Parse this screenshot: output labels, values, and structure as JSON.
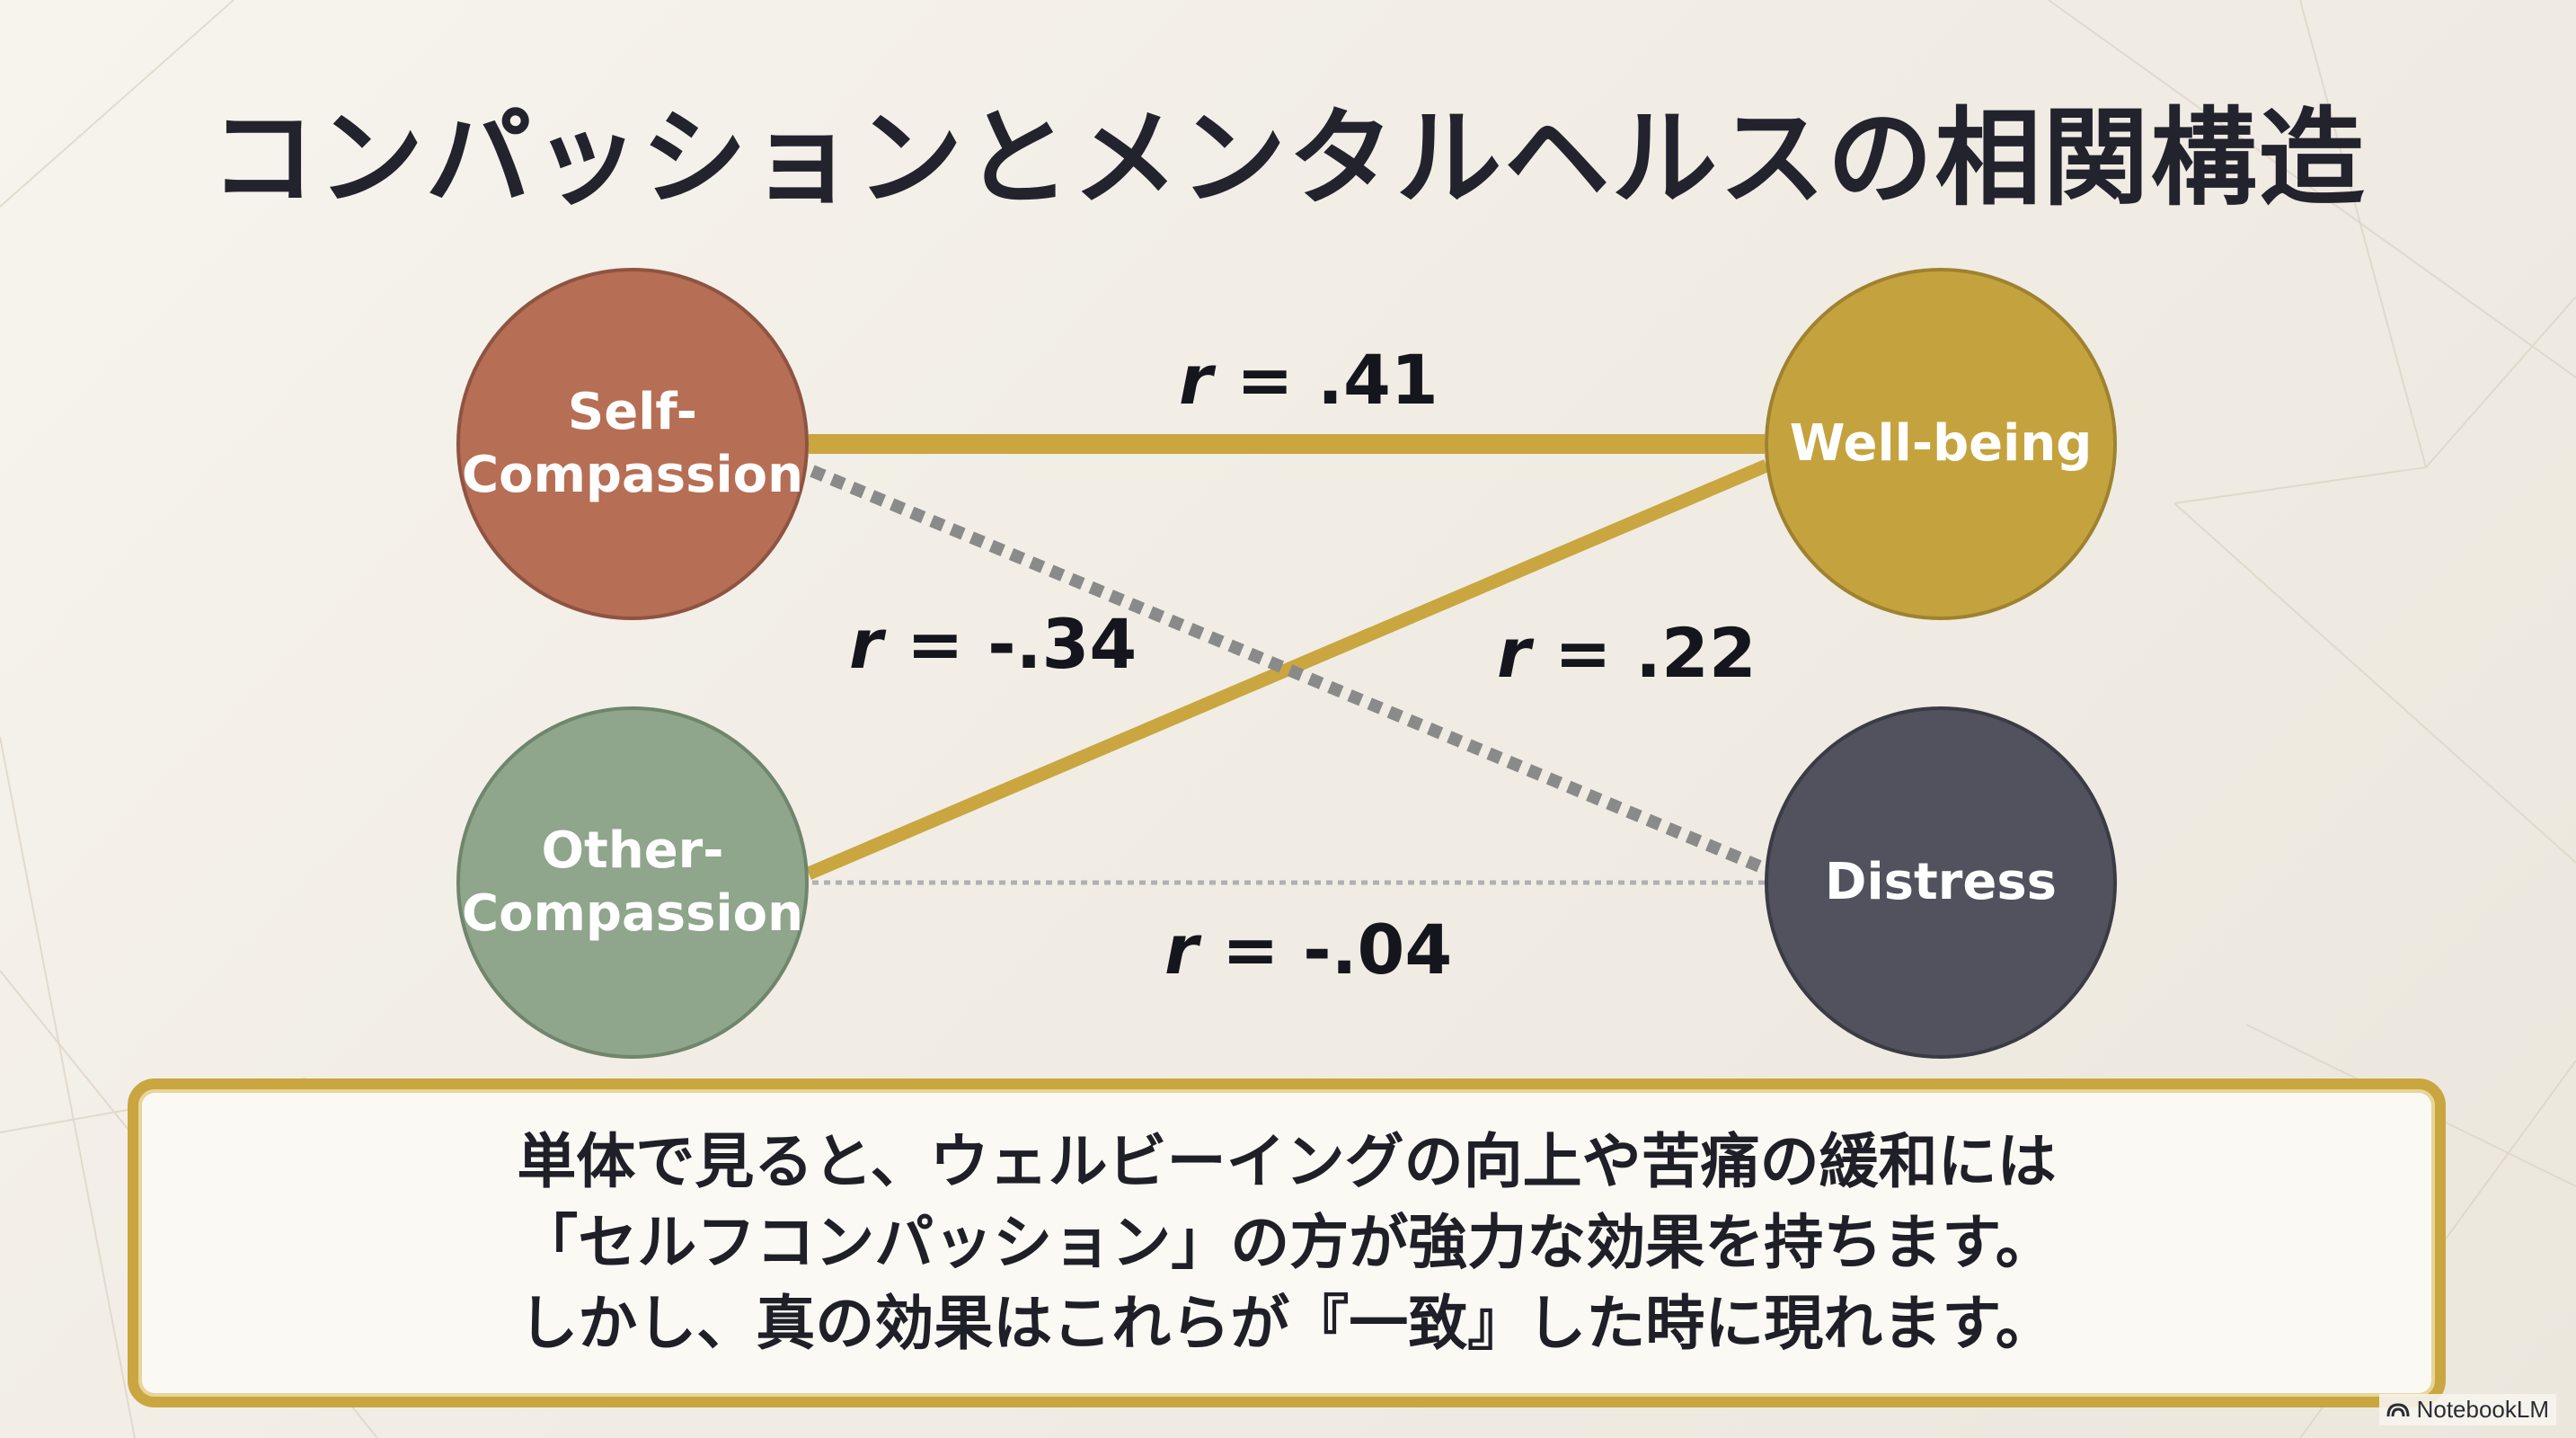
{
  "title": "コンパッションとメンタルヘルスの相関構造",
  "nodes": {
    "self_compassion": [
      "Self-",
      "Compassion"
    ],
    "other_compassion": [
      "Other-",
      "Compassion"
    ],
    "well_being": "Well-being",
    "distress": "Distress"
  },
  "correlations": {
    "self_wellbeing": {
      "r": "r",
      "value": "= .41"
    },
    "self_distress": {
      "r": "r",
      "value": "= -.34"
    },
    "other_wellbeing": {
      "r": "r",
      "value": "= .22"
    },
    "other_distress": {
      "r": "r",
      "value": "= -.04"
    }
  },
  "callout": {
    "lines": [
      "単体で見ると、ウェルビーイングの向上や苦痛の緩和には",
      "「セルフコンパッション」の方が強力な効果を持ちます。",
      "しかし、真の効果はこれらが『一致』した時に現れます。"
    ]
  },
  "brand": "NotebookLM",
  "colors": {
    "self_compassion": "#b66e55",
    "other_compassion": "#8fa58c",
    "well_being": "#c4a33e",
    "distress": "#52525e",
    "positive_link": "#c9a640",
    "negative_link": "#8a8a8a",
    "callout_border": "#c9a640"
  }
}
